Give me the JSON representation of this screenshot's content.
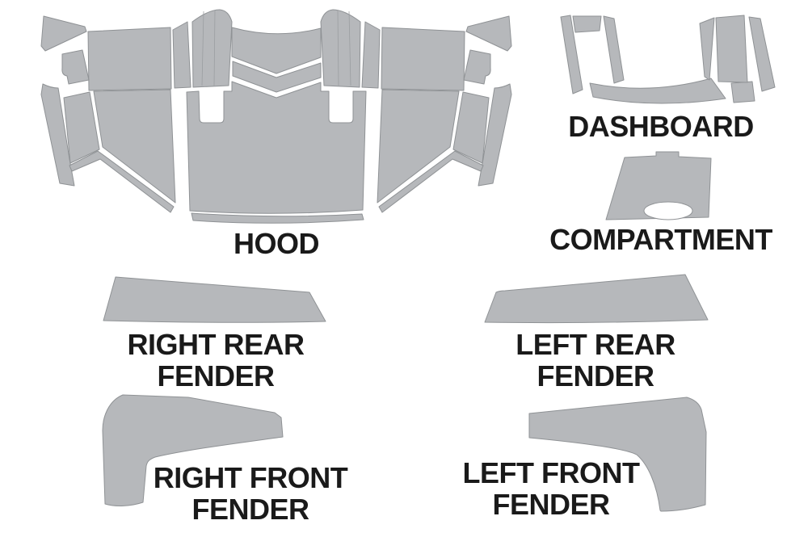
{
  "title": "Vehicle decal kit parts diagram",
  "colors": {
    "background": "#ffffff",
    "part_fill": "#b6b8bb",
    "part_stroke": "#8f9295",
    "fold_stroke": "#9b9ea1",
    "label_color": "#1a1a1a"
  },
  "labels": {
    "hood": "HOOD",
    "dashboard": "DASHBOARD",
    "compartment": "COMPARTMENT",
    "right_rear_fender": "RIGHT REAR\nFENDER",
    "left_rear_fender": "LEFT REAR\nFENDER",
    "right_front_fender": "RIGHT FRONT\nFENDER",
    "left_front_fender": "LEFT FRONT\nFENDER"
  }
}
